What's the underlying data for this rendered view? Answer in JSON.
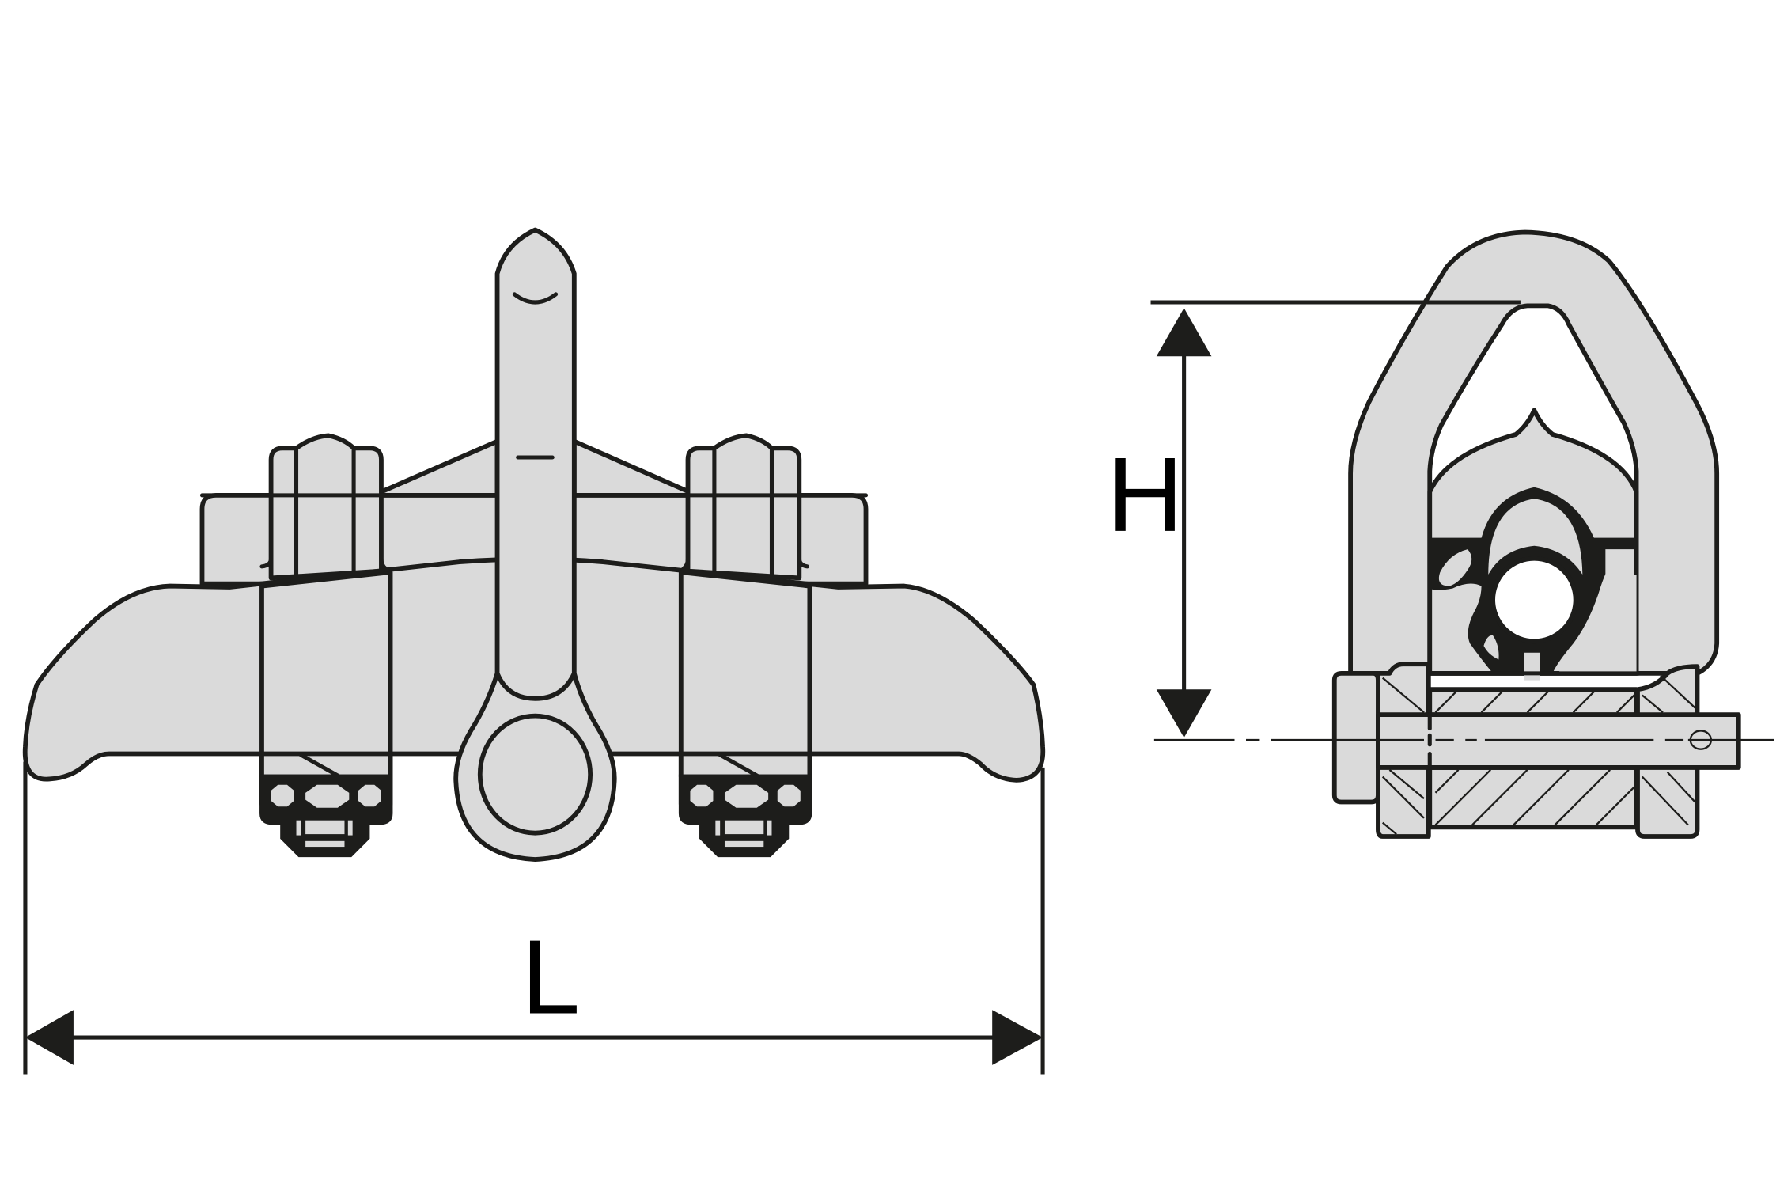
{
  "figure": {
    "type": "technical-drawing",
    "subject": "beam clamp with swivel lifting point",
    "views": [
      {
        "id": "front-view",
        "description": "Front elevation of clamp with central lifting shackle and two clamping jaws with nuts"
      },
      {
        "id": "side-section-view",
        "description": "Side sectional view of swivel ring with bolt and hatched bushing"
      }
    ]
  },
  "dimensions": {
    "length": {
      "label": "L"
    },
    "height": {
      "label": "H"
    }
  },
  "colors": {
    "part_fill": "#dadada",
    "outline": "#1d1d1b",
    "background": "#ffffff"
  }
}
